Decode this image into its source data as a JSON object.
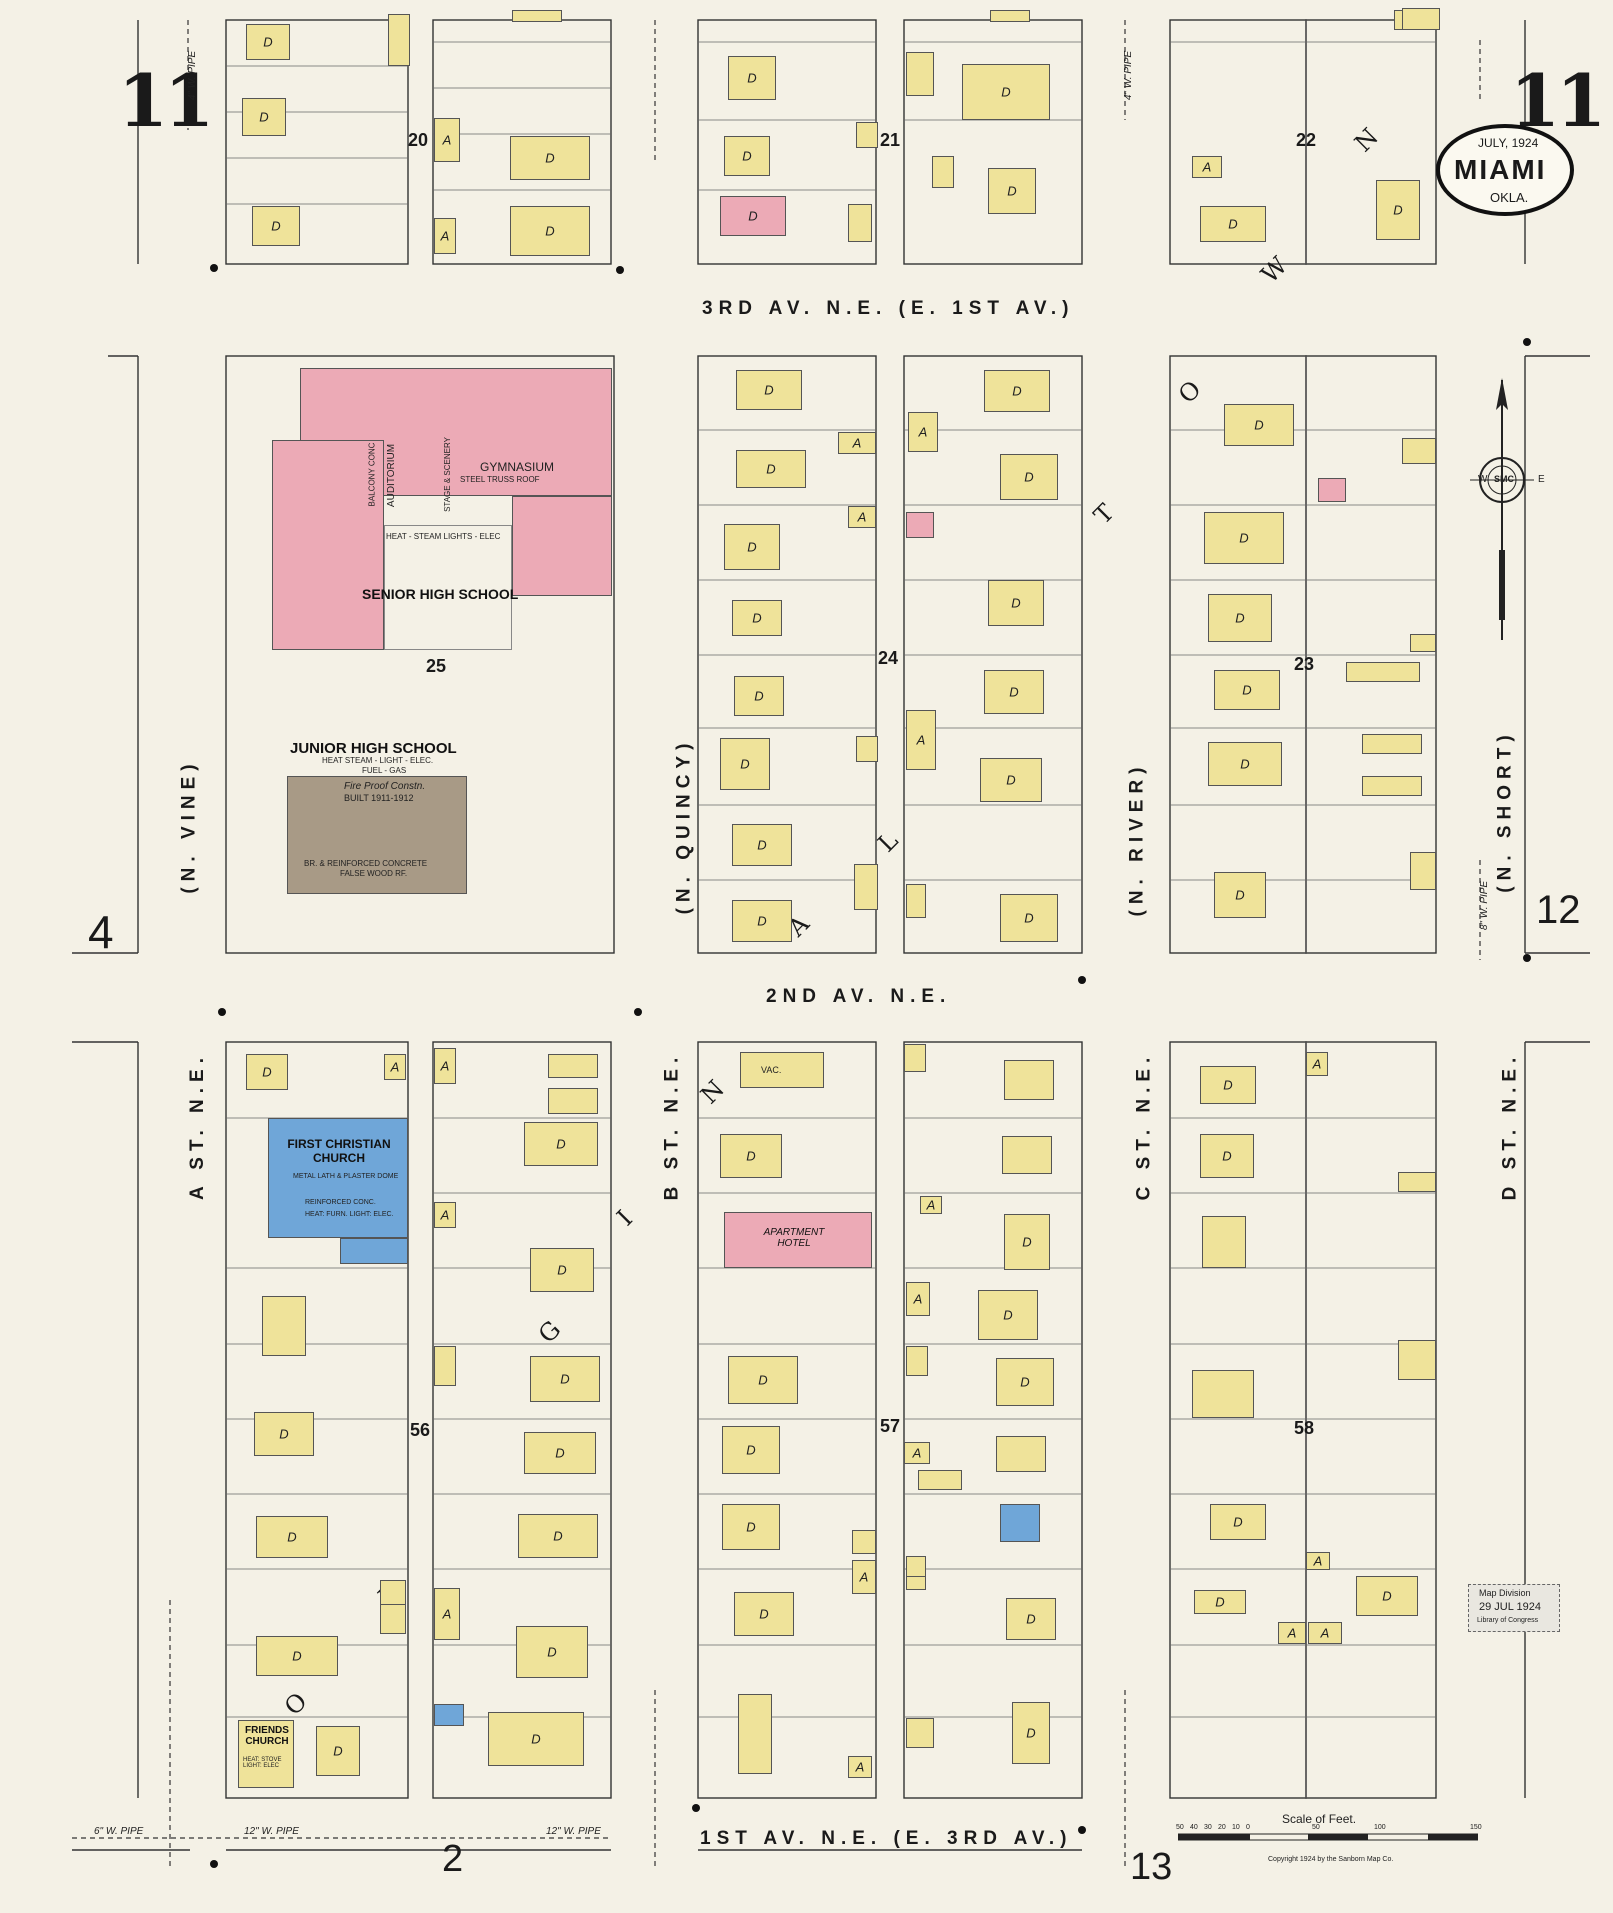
{
  "title": {
    "date": "JULY, 1924",
    "city": "MIAMI",
    "state": "OKLA."
  },
  "sheet_numbers": {
    "top_left": "11",
    "top_right": "11",
    "left": "4",
    "right": "12",
    "bottom_center": "2",
    "bottom_right": "13"
  },
  "streets": {
    "third_av": "3RD AV. N.E. (E. 1ST AV.)",
    "second_av": "2ND AV. N.E.",
    "first_av": "1ST AV. N.E. (E. 3RD AV.)",
    "n_vine": "(N. VINE)",
    "n_quincy": "(N. QUINCY)",
    "n_river": "(N. RIVER)",
    "n_short": "(N. SHORT)",
    "a_st": "A ST. N.E.",
    "b_st": "B ST. N.E.",
    "c_st": "C ST. N.E.",
    "d_st": "D ST. N.E."
  },
  "block_numbers": [
    "20",
    "21",
    "22",
    "25",
    "24",
    "23",
    "56",
    "57",
    "58"
  ],
  "big_letters": [
    "W",
    "N",
    "O",
    "T",
    "L",
    "A",
    "N",
    "G",
    "I",
    "R",
    "O"
  ],
  "buildings": {
    "senior_high": {
      "name": "SENIOR HIGH SCHOOL",
      "gym": "GYMNASIUM",
      "gym_note": "STEEL TRUSS ROOF",
      "heat": "HEAT - STEAM  LIGHTS - ELEC",
      "auditorium": "AUDITORIUM",
      "stage": "STAGE & SCENERY",
      "balcony": "BALCONY CONC"
    },
    "junior_high": {
      "name": "JUNIOR HIGH SCHOOL",
      "note1": "HEAT STEAM - LIGHT - ELEC.",
      "note2": "FUEL - GAS",
      "note3": "Fire Proof Constn.",
      "note4": "BUILT 1911-1912",
      "note5": "BR. & REINFORCED CONCRETE",
      "note6": "FALSE WOOD RF."
    },
    "first_christian": {
      "name": "FIRST CHRISTIAN CHURCH",
      "note1": "METAL LATH & PLASTER DOME",
      "note2": "REINFORCED CONC.",
      "note3": "HEAT: FURN. LIGHT: ELEC."
    },
    "apartment_hotel": {
      "name": "APARTMENT HOTEL"
    },
    "friends_church": {
      "name": "FRIENDS CHURCH",
      "note": "HEAT: STOVE LIGHT: ELEC"
    },
    "vac": "VAC."
  },
  "pipes": [
    "6\" W. PIPE",
    "12\" W. PIPE",
    "4\" W. PIPE",
    "8\" W. PIPE"
  ],
  "scale": {
    "title": "Scale of Feet.",
    "ticks": [
      "50",
      "40",
      "30",
      "20",
      "10",
      "0",
      "50",
      "100",
      "150"
    ]
  },
  "copyright": "Copyright 1924 by the Sanborn Map Co.",
  "stamp": {
    "line1": "Map Division",
    "line2": "29 JUL 1924",
    "line3": "Library of Congress"
  },
  "compass": {
    "w": "W",
    "e": "E",
    "monogram": "SMC"
  },
  "colors": {
    "dwelling": "#efe39a",
    "brick": "#ecaab6",
    "stone": "#6fa6d8",
    "fireproof": "#a89a86",
    "paper": "#f4f1e6"
  }
}
